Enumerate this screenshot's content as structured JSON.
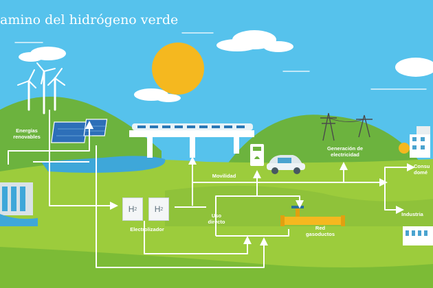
{
  "title": "amino del hidrógeno verde",
  "labels": {
    "renewables": "Energías\nrenovables",
    "mobility": "Movilidad",
    "power_generation": "Generación de\nelectricidad",
    "domestic": "Consu\ndomé",
    "industry": "Industria",
    "electrolyzer": "Electrolizador",
    "direct_use": "Uso\ndirecto",
    "gas_grid": "Red\ngasoductos"
  },
  "electrolyzer_units": [
    {
      "symbol": "H",
      "subscript": "2"
    },
    {
      "symbol": "H",
      "subscript": "2"
    }
  ],
  "colors": {
    "sky": "#56c2ec",
    "sun": "#f5b81f",
    "hill_dark": "#6cb33e",
    "hill_light": "#9ccc3c",
    "water": "#3ea7d9",
    "flow_arrow": "#ffffff",
    "pipe": "#f5b81f"
  },
  "icons": [
    "sun-icon",
    "wind-turbine-icon",
    "solar-panel-icon",
    "train-icon",
    "electric-car-icon",
    "power-pylon-icon",
    "house-icon",
    "factory-icon",
    "dam-icon",
    "gas-pipe-icon"
  ]
}
